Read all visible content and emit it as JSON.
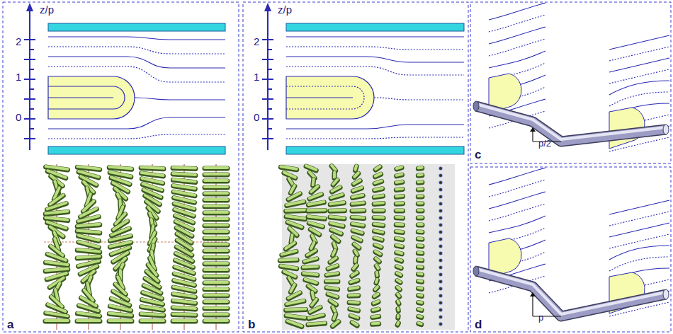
{
  "diagram": {
    "labels": [
      "z/p",
      "2",
      "1",
      "0",
      "a",
      "z/p",
      "2",
      "1",
      "0",
      "b",
      "p/2",
      "c",
      "p",
      "d"
    ]
  }
}
